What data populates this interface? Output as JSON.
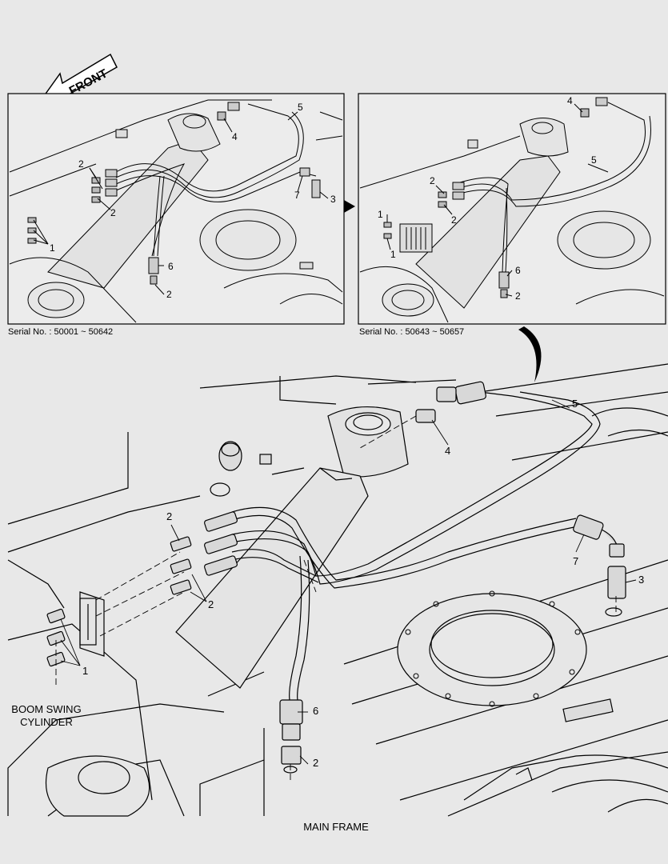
{
  "front_label": "FRONT",
  "top_left": {
    "caption": "Serial No. : 50001 ~ 50642",
    "callouts": {
      "n1": "1",
      "n2a": "2",
      "n2b": "2",
      "n2c": "2",
      "n3": "3",
      "n4": "4",
      "n5": "5",
      "n6": "6",
      "n7": "7"
    }
  },
  "top_right": {
    "caption": "Serial No. : 50643 ~ 50657",
    "callouts": {
      "n1a": "1",
      "n1b": "1",
      "n2a": "2",
      "n2b": "2",
      "n2c": "2",
      "n4": "4",
      "n5": "5",
      "n6": "6"
    }
  },
  "main": {
    "callouts": {
      "n1": "1",
      "n2a": "2",
      "n2b": "2",
      "n2c": "2",
      "n3": "3",
      "n4": "4",
      "n5": "5",
      "n6": "6",
      "n7": "7"
    },
    "boom_line1": "BOOM SWING",
    "boom_line2": "CYLINDER",
    "main_frame": "MAIN FRAME"
  }
}
